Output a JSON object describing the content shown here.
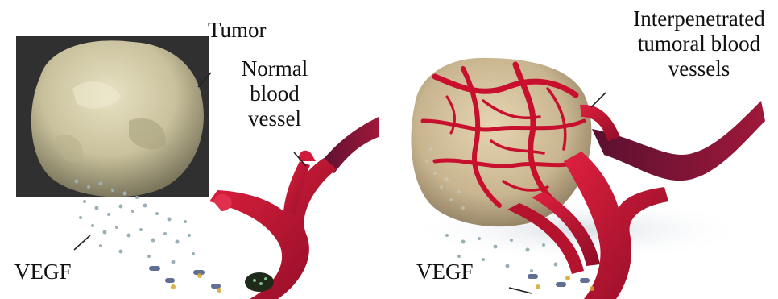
{
  "left_panel": {
    "tumor_label": "Tumor",
    "vessel_label_lines": [
      "Normal",
      "blood",
      "vessel"
    ],
    "vegf_label": "VEGF"
  },
  "right_panel": {
    "vessels_label_lines": [
      "Interpenetrated",
      "tumoral blood",
      "vessels"
    ],
    "vegf_label": "VEGF"
  },
  "colors": {
    "vessel_red": "#c8102e",
    "vessel_dark": "#7a0a22",
    "tumor_beige": "#cfc7a4",
    "tumor_shadow": "#8c8868",
    "vegf_particles": "#8aa0a8",
    "leader_line": "#222222"
  }
}
